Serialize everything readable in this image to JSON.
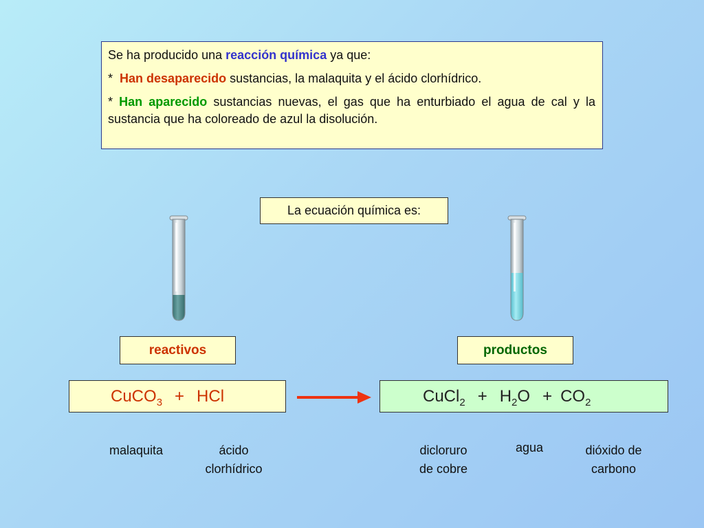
{
  "info": {
    "line1_before": "Se ha producido una ",
    "line1_highlight": "reacción química",
    "line1_after": " ya que:",
    "line2_bullet": "*",
    "line2_highlight": "Han desaparecido",
    "line2_after": " sustancias, la malaquita y el ácido clorhídrico.",
    "line3_bullet": "*",
    "line3_highlight": "Han aparecido",
    "line3_after": " sustancias nuevas, el gas que ha enturbiado el agua de cal y la sustancia que ha coloreado de azul la disolución."
  },
  "equation_label": "La ecuación química es:",
  "reactivos_label": "reactivos",
  "productos_label": "productos",
  "reactants": {
    "f1_main": "CuCO",
    "f1_sub": "3",
    "plus": "+",
    "f2": "HCl"
  },
  "products": {
    "p1_main": "CuCl",
    "p1_sub": "2",
    "plus1": "+",
    "p2_a": "H",
    "p2_sub": "2",
    "p2_b": "O",
    "plus2": "+",
    "p3_main": "CO",
    "p3_sub": "2"
  },
  "names": {
    "malaquita": "malaquita",
    "acido_1": "ácido",
    "acido_2": "clorhídrico",
    "dicloruro_1": "dicloruro",
    "dicloruro_2": "de cobre",
    "agua": "agua",
    "dioxido_1": "dióxido de",
    "dioxido_2": "carbono"
  },
  "colors": {
    "highlight_blue": "#3333cc",
    "highlight_red": "#cc3300",
    "highlight_green": "#009900",
    "arrow": "#ee3311",
    "reactant_tube_liquid": "#4e8c8c",
    "product_tube_liquid": "#7fd8e6"
  },
  "icons": [
    "test-tube-reactants-icon",
    "test-tube-products-icon",
    "reaction-arrow-icon"
  ]
}
